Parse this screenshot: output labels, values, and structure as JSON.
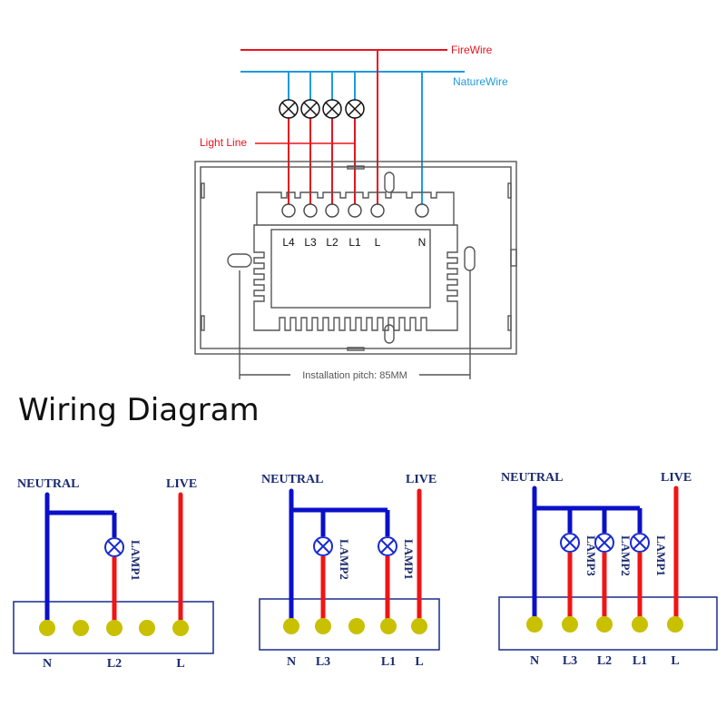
{
  "colors": {
    "fire": "#e8141c",
    "nature": "#1e9be0",
    "outline": "#555555",
    "dark_blue": "#0a10c8",
    "live_red": "#f01414",
    "terminal": "#c8c000",
    "label_navy": "#1a2a6e"
  },
  "top_diagram": {
    "fire_wire_label": "FireWire",
    "nature_wire_label": "NatureWire",
    "light_line_label": "Light Line",
    "terminal_labels": [
      "L4",
      "L3",
      "L2",
      "L1",
      "L",
      "N"
    ],
    "pitch_label": "Installation pitch: 85MM",
    "lamp_count": 4
  },
  "section_title": "Wiring Diagram",
  "schematics": [
    {
      "neutral_label": "NEUTRAL",
      "live_label": "LIVE",
      "lamps": [
        "LAMP1"
      ],
      "terminal_labels": [
        "N",
        "",
        "L2",
        "",
        "L"
      ]
    },
    {
      "neutral_label": "NEUTRAL",
      "live_label": "LIVE",
      "lamps": [
        "LAMP2",
        "LAMP1"
      ],
      "terminal_labels": [
        "N",
        "L3",
        "",
        "L1",
        "L"
      ]
    },
    {
      "neutral_label": "NEUTRAL",
      "live_label": "LIVE",
      "lamps": [
        "LAMP3",
        "LAMP2",
        "LAMP1"
      ],
      "terminal_labels": [
        "N",
        "L3",
        "L2",
        "L1",
        "L"
      ]
    }
  ]
}
